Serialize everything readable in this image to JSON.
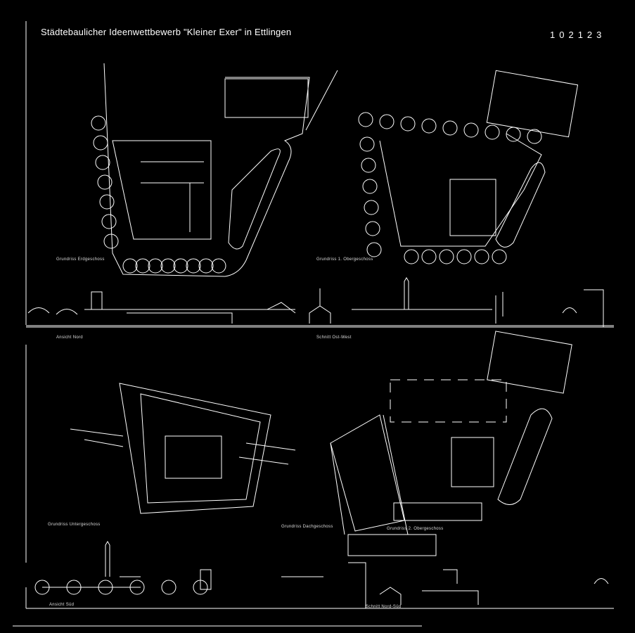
{
  "sheet": {
    "title": "Städtebaulicher Ideenwettbewerb \"Kleiner Exer\" in Ettlingen",
    "number": "102123"
  },
  "labels": {
    "ground_floor": "Grundriss Erdgeschoss",
    "first_floor": "Grundriss 1. Obergeschoss",
    "north_view": "Ansicht Nord",
    "section_ew": "Schnitt Ost-West",
    "basement": "Grundriss Untergeschoss",
    "roof_floor": "Grundriss Dachgeschoss",
    "second_floor": "Grundriss 2. Obergeschoss",
    "south_view": "Ansicht Süd",
    "section_ns": "Schnitt Nord-Süd"
  },
  "colors": {
    "background": "#000000",
    "lines": "#ffffff"
  }
}
